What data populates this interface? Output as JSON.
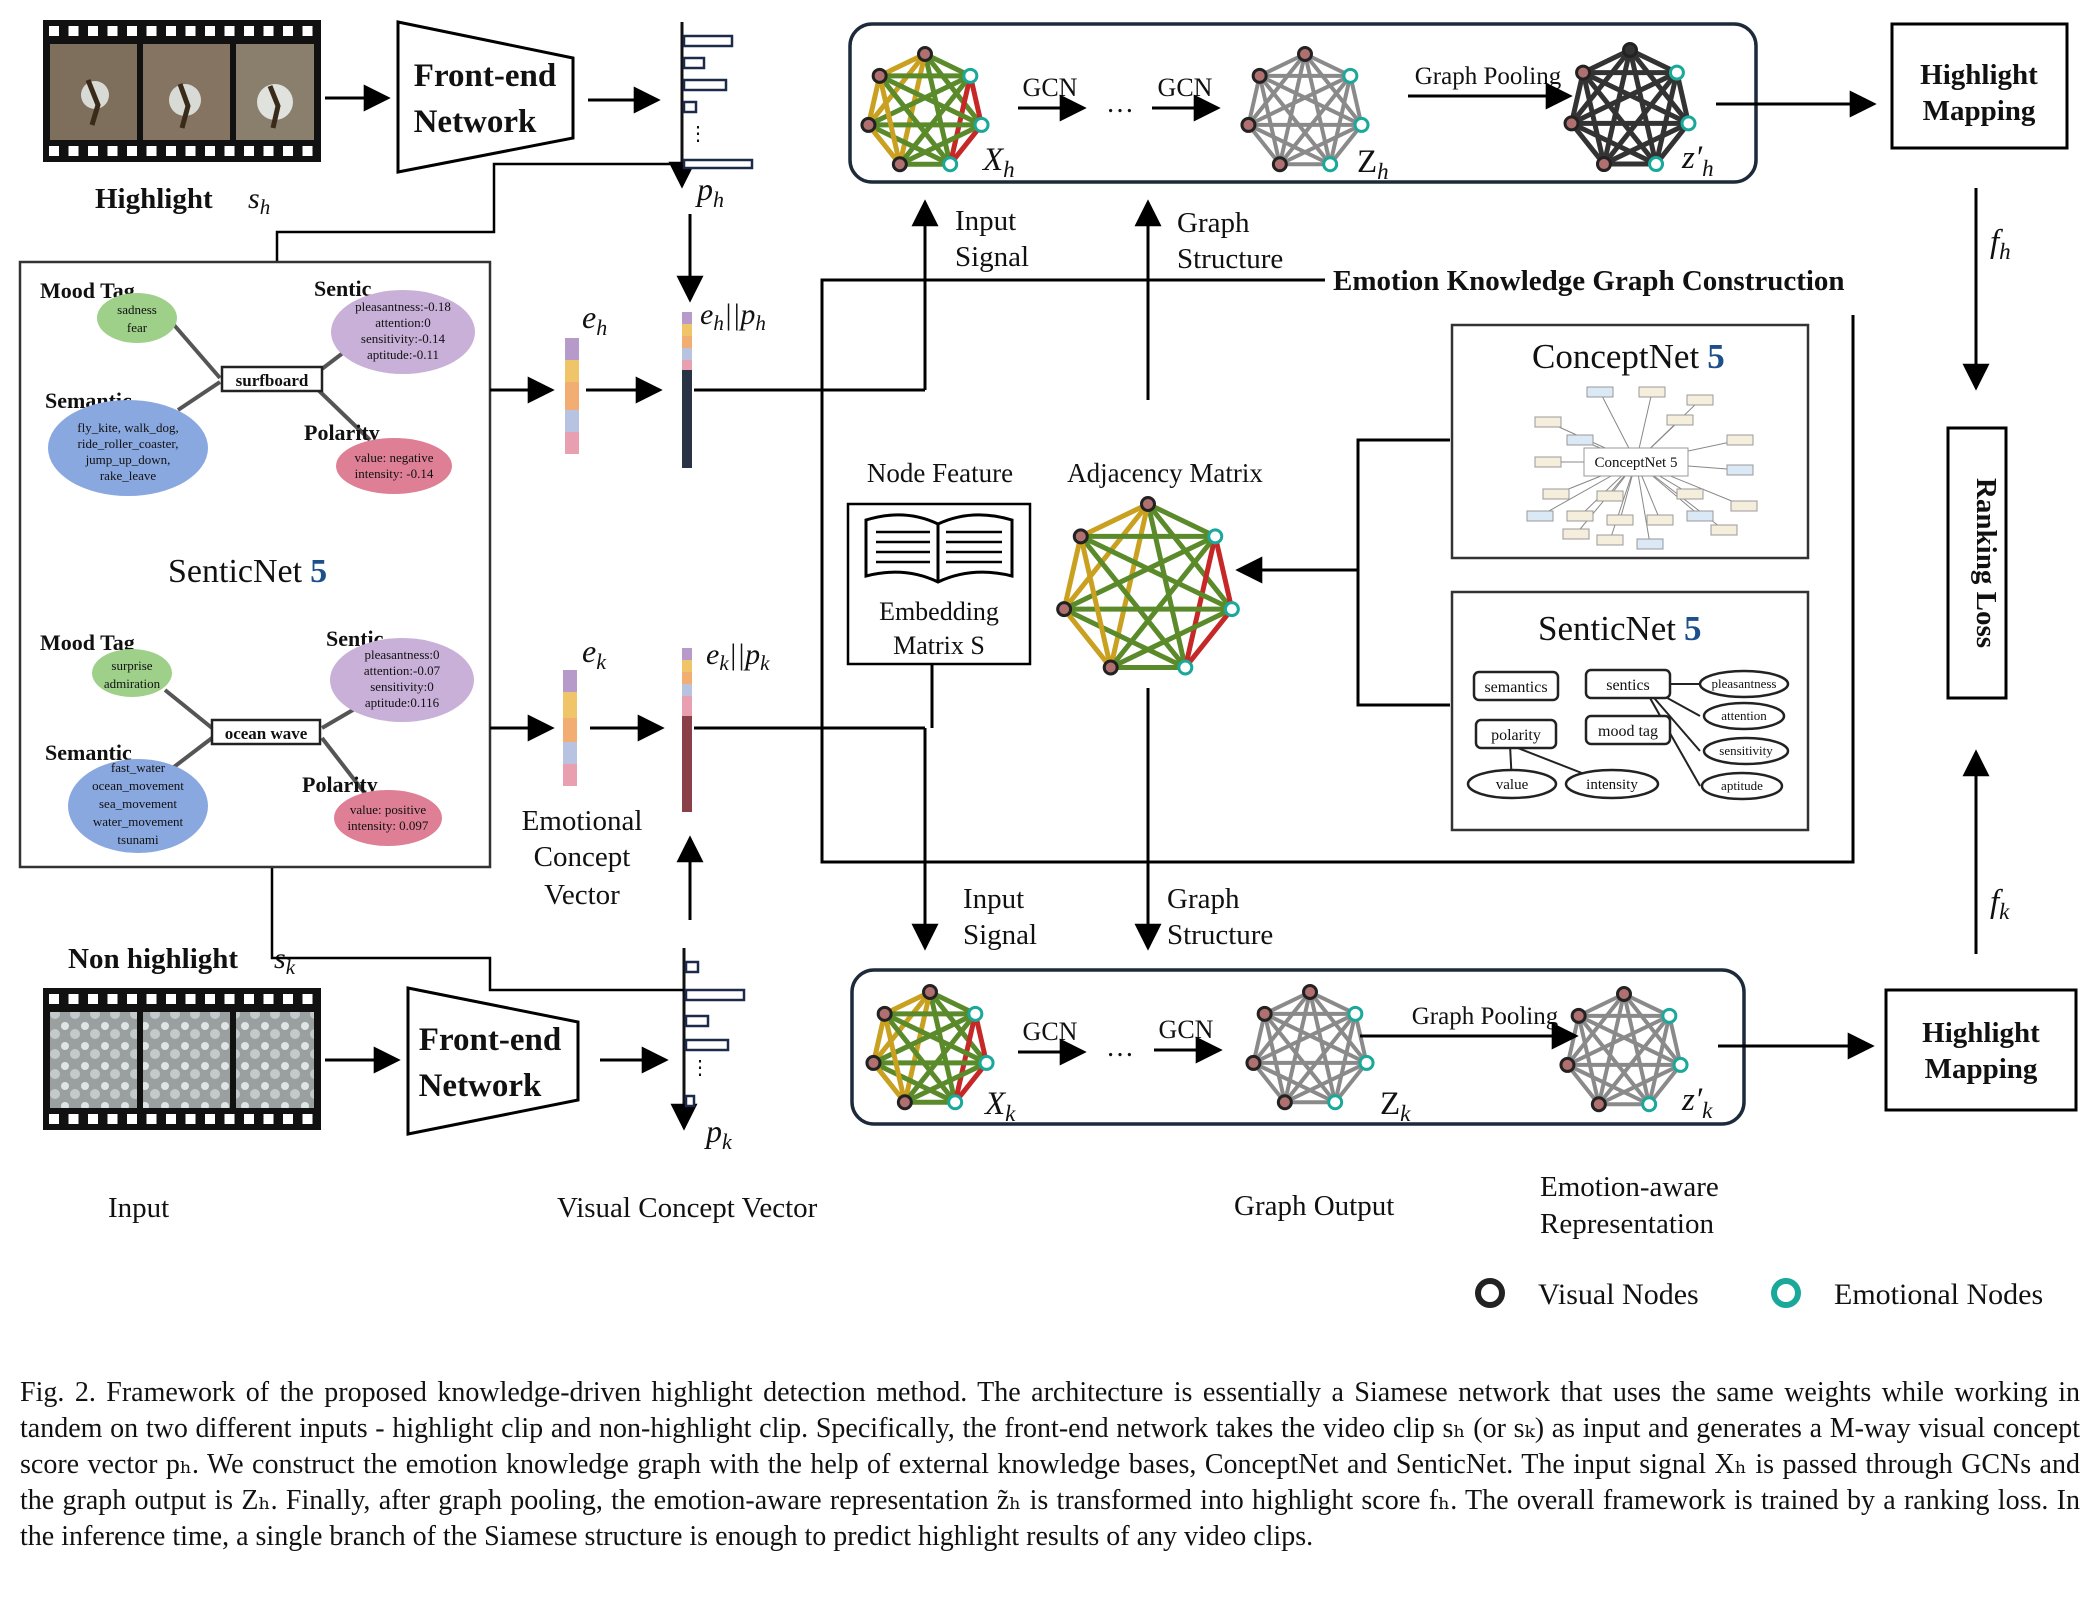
{
  "highlight_branch": {
    "input_label": "Highlight",
    "input_symbol": "s",
    "input_sub": "h",
    "front_end_line1": "Front-end",
    "front_end_line2": "Network",
    "visual_vector_sym": "p",
    "visual_vector_sub": "h",
    "concept_vector_sym": "e",
    "concept_vector_sub": "h",
    "concat_label": "e",
    "concat_sub1": "h",
    "concat_mid": "||p",
    "concat_sub2": "h",
    "gcn1": "GCN",
    "gcn2": "GCN",
    "dots": "…",
    "x_sym": "X",
    "x_sub": "h",
    "z_sym": "Z",
    "z_sub": "h",
    "pool_label": "Graph Pooling",
    "zp_sym": "z′",
    "zp_sub": "h",
    "mapping_line1": "Highlight",
    "mapping_line2": "Mapping",
    "score_sym": "f",
    "score_sub": "h",
    "input_signal_1": "Input",
    "input_signal_2": "Signal",
    "graph_structure_1": "Graph",
    "graph_structure_2": "Structure"
  },
  "nonhighlight_branch": {
    "input_label": "Non highlight",
    "input_symbol": "s",
    "input_sub": "k",
    "front_end_line1": "Front-end",
    "front_end_line2": "Network",
    "visual_vector_sym": "p",
    "visual_vector_sub": "k",
    "concept_vector_sym": "e",
    "concept_vector_sub": "k",
    "concat_label": "e",
    "concat_sub1": "k",
    "concat_mid": "||p",
    "concat_sub2": "k",
    "gcn1": "GCN",
    "gcn2": "GCN",
    "dots": "…",
    "x_sym": "X",
    "x_sub": "k",
    "z_sym": "Z",
    "z_sub": "k",
    "pool_label": "Graph Pooling",
    "zp_sym": "z′",
    "zp_sub": "k",
    "mapping_line1": "Highlight",
    "mapping_line2": "Mapping",
    "score_sym": "f",
    "score_sub": "k",
    "input_signal_1": "Input",
    "input_signal_2": "Signal",
    "graph_structure_1": "Graph",
    "graph_structure_2": "Structure"
  },
  "senticnet_panel": {
    "title": "SenticNet",
    "title_num": "5",
    "surfboard": {
      "concept": "surfboard",
      "mood_tag_label": "Mood Tag",
      "mood_values": [
        "sadness",
        "fear"
      ],
      "sentic_label": "Sentic",
      "sentic_values": [
        "pleasantness:-0.18",
        "attention:0",
        "sensitivity:-0.14",
        "aptitude:-0.11"
      ],
      "semantic_label": "Semantic",
      "semantic_values": [
        "fly_kite, walk_dog,",
        "ride_roller_coaster,",
        "jump_up_down,",
        "rake_leave"
      ],
      "polarity_label": "Polarity",
      "polarity_values": [
        "value:  negative",
        "intensity:  -0.14"
      ]
    },
    "ocean_wave": {
      "concept": "ocean wave",
      "mood_tag_label": "Mood Tag",
      "mood_values": [
        "surprise",
        "admiration"
      ],
      "sentic_label": "Sentic",
      "sentic_values": [
        "pleasantness:0",
        "attention:-0.07",
        "sensitivity:0",
        "aptitude:0.116"
      ],
      "semantic_label": "Semantic",
      "semantic_values": [
        "fast_water",
        "ocean_movement",
        "sea_movement",
        "water_movement",
        "tsunami"
      ],
      "polarity_label": "Polarity",
      "polarity_values": [
        "value:  positive",
        "intensity:  0.097"
      ]
    }
  },
  "middle": {
    "emotional_concept_vector": [
      "Emotional",
      "Concept",
      "Vector"
    ],
    "node_feature": "Node Feature",
    "embedding_line1": "Embedding",
    "embedding_line2": "Matrix S",
    "adjacency": "Adjacency Matrix",
    "ekg_title": "Emotion Knowledge Graph Construction"
  },
  "knowledge_bases": {
    "conceptnet_title": "ConceptNet",
    "conceptnet_num": "5",
    "conceptnet_center": "ConceptNet 5",
    "senticnet_title": "SenticNet",
    "senticnet_num": "5",
    "senticnet_nodes": {
      "semantics": "semantics",
      "sentics": "sentics",
      "polarity": "polarity",
      "mood_tag": "mood tag",
      "value": "value",
      "intensity": "intensity",
      "pleasantness": "pleasantness",
      "attention": "attention",
      "sensitivity": "sensitivity",
      "aptitude": "aptitude"
    }
  },
  "ranking_loss": "Ranking Loss",
  "bottom_labels": {
    "input": "Input",
    "visual_concept_vector": "Visual Concept Vector",
    "graph_output": "Graph Output",
    "emotion_aware_1": "Emotion-aware",
    "emotion_aware_2": "Representation"
  },
  "legend": {
    "visual_nodes": "Visual Nodes",
    "emotional_nodes": "Emotional Nodes"
  },
  "caption": "Fig. 2.   Framework of the proposed knowledge-driven highlight detection method. The architecture is essentially a Siamese network that uses the same weights while working in tandem on two different inputs - highlight clip and non-highlight clip. Specifically, the front-end network takes the video clip sₕ (or sₖ) as input and generates a M-way visual concept score vector pₕ. We construct the emotion knowledge graph with the help of external knowledge bases, ConceptNet and SenticNet. The input signal Xₕ is passed through GCNs and the graph output is Zₕ. Finally, after graph pooling, the emotion-aware representation z̃ₕ is transformed into highlight score fₕ. The overall framework is trained by a ranking loss. In the inference time, a single branch of the Siamese structure is enough to predict highlight results of any video clips.",
  "colors": {
    "visual_node": "#222222",
    "emotional_node": "#1aa89a",
    "edge_yellow": "#c9a020",
    "edge_green": "#5a8a2a",
    "edge_red": "#c62828",
    "edge_gray": "#8a8a8a",
    "mood_fill": "#9fd08a",
    "sentic_fill": "#c8b0d8",
    "semantic_fill": "#8aa8e0",
    "polarity_fill": "#de7f95",
    "senticnet_blue": "#1d4f8a"
  }
}
